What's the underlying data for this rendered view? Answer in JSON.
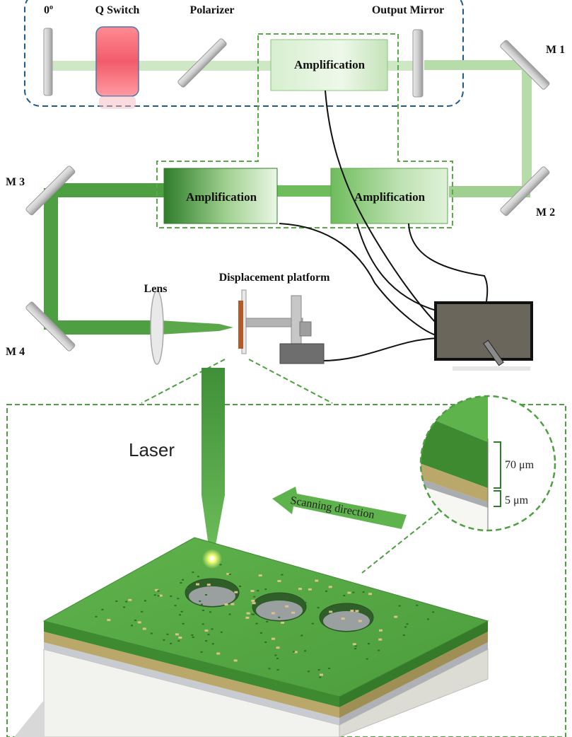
{
  "labels": {
    "zero_order": "0",
    "zero_order_sup": "o",
    "q_switch": "Q Switch",
    "polarizer": "Polarizer",
    "output_mirror": "Output Mirror",
    "m1": "M 1",
    "m2": "M 2",
    "m3": "M 3",
    "m4": "M 4",
    "amplification_1": "Amplification",
    "amplification_2": "Amplification",
    "amplification_3": "Amplification",
    "lens": "Lens",
    "displacement_platform": "Displacement platform",
    "laser": "Laser",
    "scanning_direction": "Scanning direction",
    "thickness_top": "70 μm",
    "thickness_bottom": "5 μm"
  },
  "colors": {
    "cavity_border": "#1f5a8a",
    "amp_border": "#5aa84a",
    "beam_light": "#c9e6c0",
    "beam_dark": "#3e9a3a",
    "q_switch": "#f25c6a",
    "film_green": "#4fa23e",
    "film_tan": "#b9a86a",
    "substrate": "#f2f2ee",
    "monitor": "#6b665c"
  }
}
